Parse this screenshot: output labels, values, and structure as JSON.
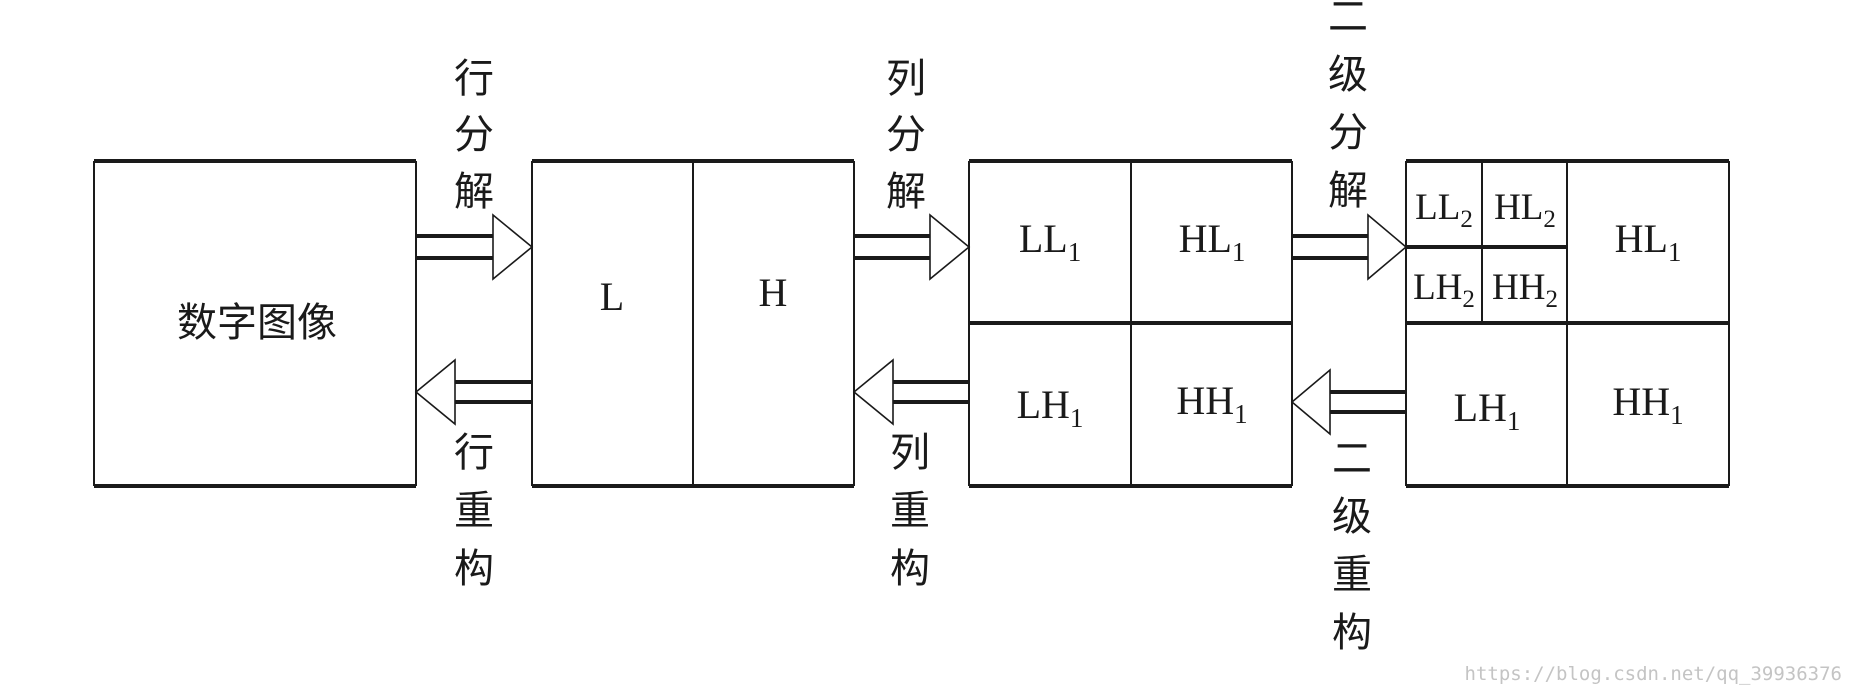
{
  "box_image": {
    "label": "数字图像"
  },
  "box_lh": {
    "left": "L",
    "right": "H"
  },
  "box_level1": {
    "ll": {
      "base": "LL",
      "sub": "1"
    },
    "hl": {
      "base": "HL",
      "sub": "1"
    },
    "lh": {
      "base": "LH",
      "sub": "1"
    },
    "hh": {
      "base": "HH",
      "sub": "1"
    }
  },
  "box_level2": {
    "ll2": {
      "base": "LL",
      "sub": "2"
    },
    "hl2": {
      "base": "HL",
      "sub": "2"
    },
    "lh2": {
      "base": "LH",
      "sub": "2"
    },
    "hh2": {
      "base": "HH",
      "sub": "2"
    },
    "hl1": {
      "base": "HL",
      "sub": "1"
    },
    "lh1": {
      "base": "LH",
      "sub": "1"
    },
    "hh1": {
      "base": "HH",
      "sub": "1"
    }
  },
  "labels": {
    "row_decompose": [
      "行",
      "分",
      "解"
    ],
    "row_reconstruct": [
      "行",
      "重",
      "构"
    ],
    "col_decompose": [
      "列",
      "分",
      "解"
    ],
    "col_reconstruct": [
      "列",
      "重",
      "构"
    ],
    "level2_decompose": [
      "二",
      "级",
      "分",
      "解"
    ],
    "level2_reconstruct": [
      "二",
      "级",
      "重",
      "构"
    ]
  },
  "watermark": "https://blog.csdn.net/qq_39936376"
}
